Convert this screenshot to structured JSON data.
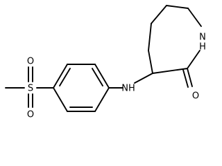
{
  "molecule": {
    "atoms": {
      "sulfur": "S",
      "sulfonyl_oxygen_top": "O",
      "sulfonyl_oxygen_bottom": "O",
      "amine_nh": "NH",
      "ring_nh": "H\nN",
      "ring_nh_n": "N",
      "ring_nh_h": "H",
      "carbonyl_oxygen": "O"
    }
  }
}
